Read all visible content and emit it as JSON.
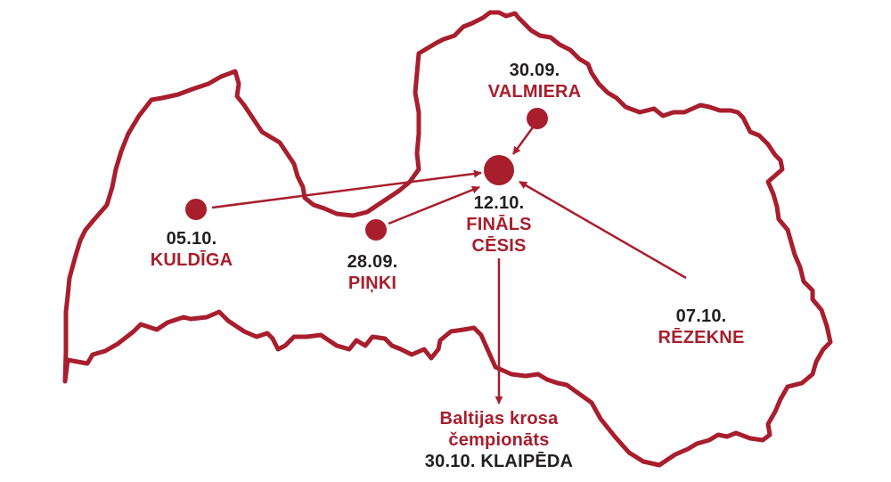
{
  "colors": {
    "accent": "#a81e2d",
    "text": "#231f20"
  },
  "stages": [
    {
      "id": "valmiera",
      "date": "30.09.",
      "city": "VALMIERA"
    },
    {
      "id": "kuldiga",
      "date": "05.10.",
      "city": "KULDĪGA"
    },
    {
      "id": "pinki",
      "date": "28.09.",
      "city": "PIŅKI"
    },
    {
      "id": "rezekne",
      "date": "07.10.",
      "city": "RĒZEKNE"
    }
  ],
  "final": {
    "date": "12.10.",
    "line1": "FINĀLS",
    "line2": "CĒSIS"
  },
  "baltic": {
    "line1": "Baltijas krosa",
    "line2": "čempionāts",
    "line3": "30.10. KLAIPĒDA"
  }
}
